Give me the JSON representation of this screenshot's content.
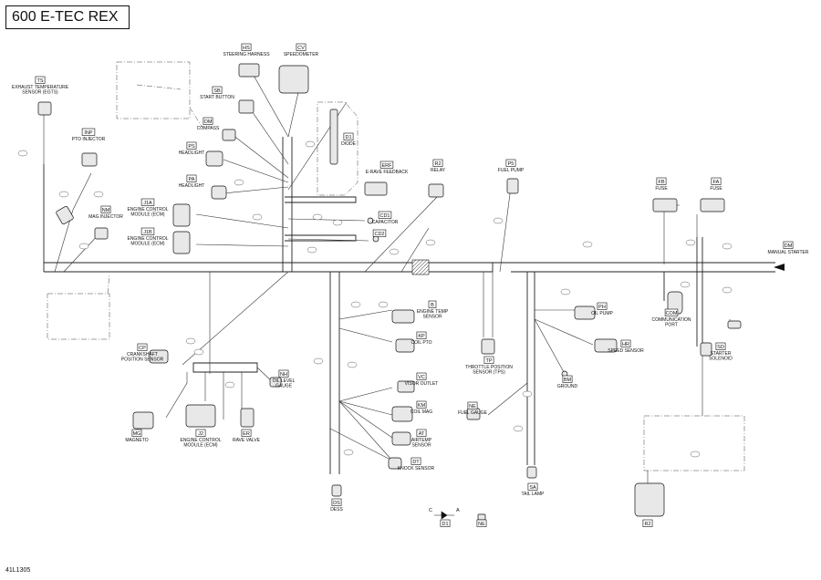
{
  "title": "600 E-TEC REX",
  "doc_id": "41L1305",
  "components": [
    {
      "id": "ts",
      "code": "TS",
      "lines": [
        "EXHAUST TEMPERATURE",
        "SENSOR (EGTS)"
      ]
    },
    {
      "id": "inp",
      "code": "INP",
      "lines": [
        "PTO INJECTOR"
      ]
    },
    {
      "id": "nm",
      "code": "NM",
      "lines": [
        "MAG INJECTOR"
      ]
    },
    {
      "id": "hs",
      "code": "HS",
      "lines": [
        "STEERING HARNESS"
      ]
    },
    {
      "id": "cv",
      "code": "CV",
      "lines": [
        "SPEEDOMETER"
      ]
    },
    {
      "id": "sb",
      "code": "SB",
      "lines": [
        "START BUTTON"
      ]
    },
    {
      "id": "om",
      "code": "OM",
      "lines": [
        "COMPASS"
      ]
    },
    {
      "id": "ps",
      "code": "PS",
      "lines": [
        "HEADLIGHT"
      ]
    },
    {
      "id": "pa",
      "code": "PA",
      "lines": [
        "HEADLIGHT"
      ]
    },
    {
      "id": "j1a",
      "code": "J1A",
      "lines": [
        "ENGINE CONTROL",
        "MODULE (ECM)"
      ]
    },
    {
      "id": "j1b",
      "code": "J1B",
      "lines": [
        "ENGINE CONTROL",
        "MODULE (ECM)"
      ]
    },
    {
      "id": "d1",
      "code": "D1",
      "lines": [
        "DIODE"
      ]
    },
    {
      "id": "erf",
      "code": "ERF",
      "lines": [
        "E-RAVE FEEDBACK"
      ]
    },
    {
      "id": "r2",
      "code": "R2",
      "lines": [
        "RELAY"
      ]
    },
    {
      "id": "cd1",
      "code": "CD1",
      "lines": [
        "CAPACITOR"
      ]
    },
    {
      "id": "cd2",
      "code": "CD2",
      "lines": []
    },
    {
      "id": "p5",
      "code": "P5",
      "lines": [
        "FUEL PUMP"
      ]
    },
    {
      "id": "fb",
      "code": "FB",
      "lines": [
        "FUSE"
      ]
    },
    {
      "id": "fa",
      "code": "FA",
      "lines": [
        "FUSE"
      ]
    },
    {
      "id": "dm",
      "code": "DM",
      "lines": [
        "MANUAL STARTER"
      ]
    },
    {
      "id": "b",
      "code": "B",
      "lines": [
        "ENGINE TEMP",
        "SENSOR"
      ]
    },
    {
      "id": "kp",
      "code": "KP",
      "lines": [
        "COIL PTO"
      ]
    },
    {
      "id": "tp",
      "code": "TP",
      "lines": [
        "THROTTLE POSITION",
        "SENSOR (TPS)"
      ]
    },
    {
      "id": "ph",
      "code": "PH",
      "lines": [
        "OIL PUMP"
      ]
    },
    {
      "id": "com",
      "code": "COM",
      "lines": [
        "COMMUNICATION",
        "PORT"
      ]
    },
    {
      "id": "hr",
      "code": "HR",
      "lines": [
        "SPEED SENSOR"
      ]
    },
    {
      "id": "bm",
      "code": "BM",
      "lines": [
        "GROUND"
      ]
    },
    {
      "id": "sd",
      "code": "SD",
      "lines": [
        "STARTER",
        "SOLENOID"
      ]
    },
    {
      "id": "cp",
      "code": "CP",
      "lines": [
        "CRANKSHAFT",
        "POSITION SENSOR"
      ]
    },
    {
      "id": "nh",
      "code": "NH",
      "lines": [
        "OIL LEVEL",
        "GAUGE"
      ]
    },
    {
      "id": "vc",
      "code": "VC",
      "lines": [
        "VISOR OUTLET"
      ]
    },
    {
      "id": "ne",
      "code": "NE",
      "lines": [
        "FUEL GAUGE"
      ]
    },
    {
      "id": "km",
      "code": "KM",
      "lines": [
        "COIL MAG"
      ]
    },
    {
      "id": "at",
      "code": "AT",
      "lines": [
        "AIRTEMP",
        "SENSOR"
      ]
    },
    {
      "id": "mg",
      "code": "MG",
      "lines": [
        "MAGNETO"
      ]
    },
    {
      "id": "j2",
      "code": "J2",
      "lines": [
        "ENGINE CONTROL",
        "MODULE (ECM)"
      ]
    },
    {
      "id": "er",
      "code": "ER",
      "lines": [
        "RAVE VALVE"
      ]
    },
    {
      "id": "dt",
      "code": "DT",
      "lines": [
        "KNOCK SENSOR"
      ]
    },
    {
      "id": "ds",
      "code": "DS",
      "lines": [
        "DESS"
      ]
    },
    {
      "id": "sa",
      "code": "SA",
      "lines": [
        "TAIL LAMP"
      ]
    },
    {
      "id": "d1b",
      "code": "D1",
      "lines": []
    },
    {
      "id": "ne2",
      "code": "NE",
      "lines": []
    },
    {
      "id": "r2b",
      "code": "R2",
      "lines": []
    }
  ],
  "diode_legend": {
    "left": "C",
    "right": "A"
  }
}
